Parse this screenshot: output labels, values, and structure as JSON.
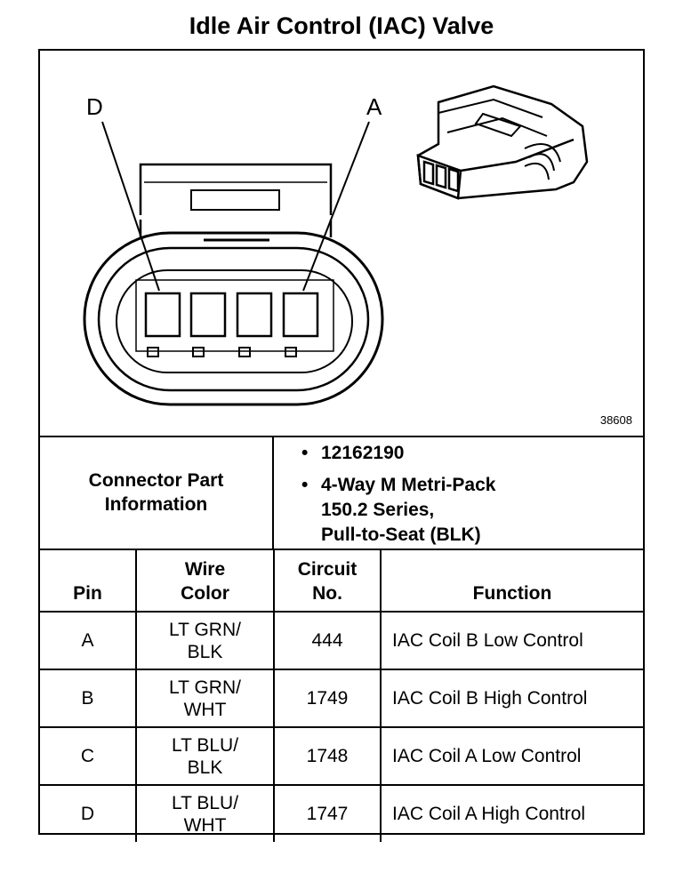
{
  "title": "Idle Air Control (IAC) Valve",
  "diagram": {
    "pin_label_left": "D",
    "pin_label_right": "A",
    "figure_number": "38608"
  },
  "connector_info": {
    "label_line1": "Connector Part",
    "label_line2": "Information",
    "items": [
      "12162190",
      "4-Way M Metri-Pack",
      "150.2 Series,",
      "Pull-to-Seat (BLK)"
    ]
  },
  "table": {
    "headers": {
      "pin": "Pin",
      "wire_line1": "Wire",
      "wire_line2": "Color",
      "circuit_line1": "Circuit",
      "circuit_line2": "No.",
      "function": "Function"
    },
    "rows": [
      {
        "pin": "A",
        "wire1": "LT GRN/",
        "wire2": "BLK",
        "circuit": "444",
        "function": "IAC Coil B Low Control"
      },
      {
        "pin": "B",
        "wire1": "LT GRN/",
        "wire2": "WHT",
        "circuit": "1749",
        "function": "IAC Coil B High Control"
      },
      {
        "pin": "C",
        "wire1": "LT BLU/",
        "wire2": "BLK",
        "circuit": "1748",
        "function": "IAC Coil A Low Control"
      },
      {
        "pin": "D",
        "wire1": "LT BLU/",
        "wire2": "WHT",
        "circuit": "1747",
        "function": "IAC Coil A High Control"
      }
    ]
  }
}
